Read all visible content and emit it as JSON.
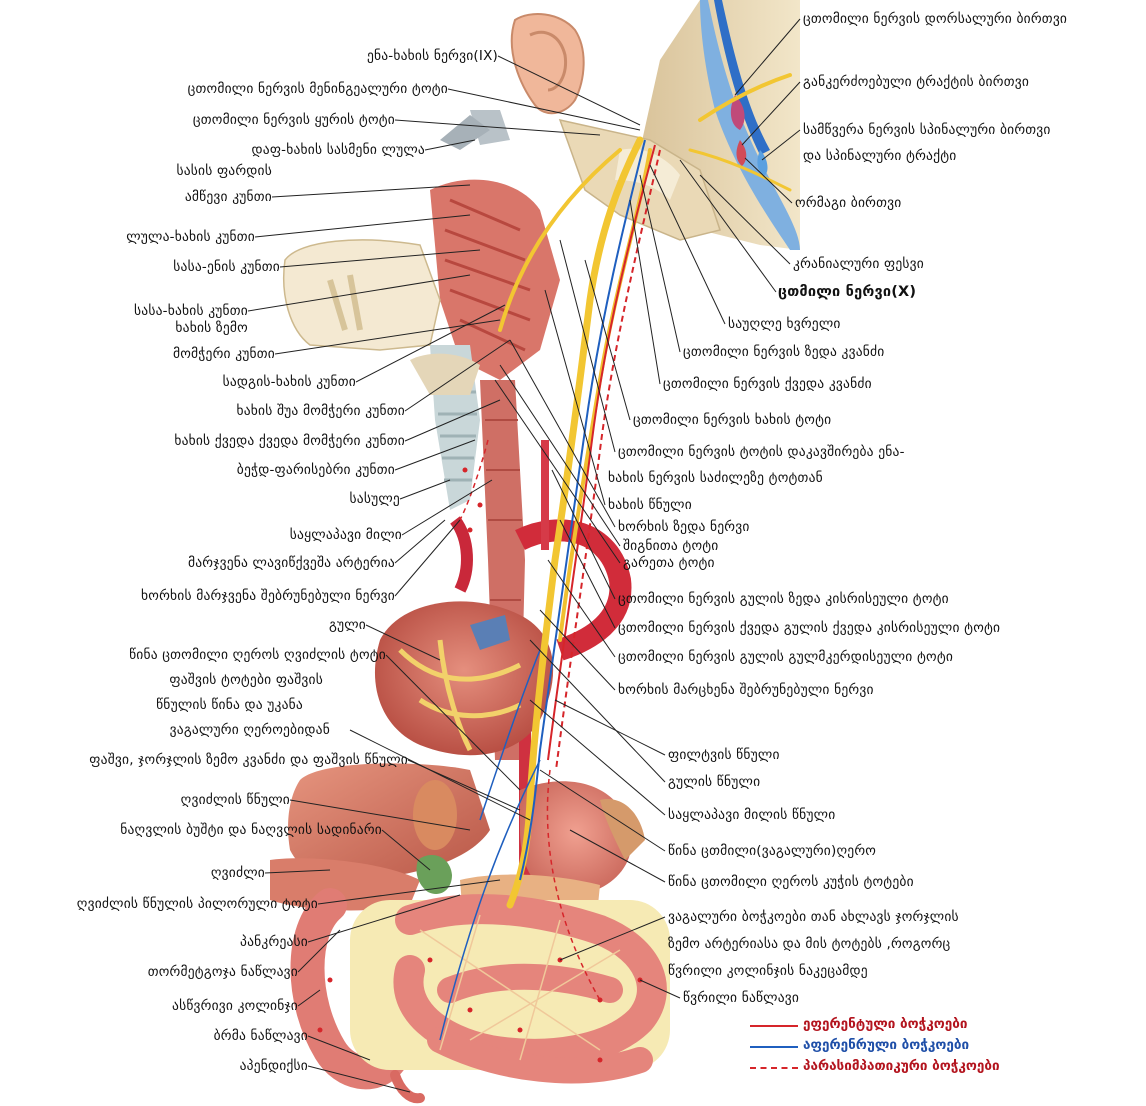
{
  "labels": {
    "right": [
      "ცთომილი ნერვის დორსალური ბირთვი",
      "განკერძოებული ტრაქტის ბირთვი",
      "სამწვერა ნერვის სპინალური ბირთვი",
      "და სპინალური ტრაქტი",
      "ორმაგი ბირთვი",
      "კრანიალური ფესვი",
      "ცთმილი ნერვი(X)",
      "საუღლე ხვრელი",
      "ცთომილი ნერვის ზედა კვანძი",
      "ცთომილი ნერვის ქვედა კვანძი",
      "ცთომილი ნერვის ხახის ტოტი",
      "ცთომილი ნერვის ტოტის დაკავშირება ენა-",
      "ხახის ნერვის საძილეზე ტოტთან",
      "ხახის წნული",
      "ხორხის ზედა ნერვი",
      "შიგნითა ტოტი",
      "გარეთა ტოტი",
      "ცთომილი ნერვის გულის ზედა კისრისეული ტოტი",
      "ცთომილი ნერვის  ქვედა გულის  ქვედა კისრისეული  ტოტი",
      "ცთომილი ნერვის გულის გულმკერდისეული ტოტი",
      "ხორხის მარცხენა შებრუნებული ნერვი",
      "ფილტვის წნული",
      "გულის წნული",
      "საყლაპავი მილის წნული",
      "წინა ცთმილი(ვაგალური)ღერო",
      "წინა ცთომილი ღეროს კუჭის ტოტები",
      "ვაგალური ბოჭკოები თან ახლავს ჯორჯლის",
      "ზემო არტერიასა და მის ტოტებს ,როგორც",
      "წვრილი კოლინჯის ნაკეცამდე",
      "წვრილი ნაწლავი"
    ],
    "left": [
      "ენა-ხახის ნერვი(IX)",
      "ცთომილი ნერვის მენინგეალური ტოტი",
      "ცთომილი ნერვის ყურის ტოტი",
      "დაფ-ხახის სასმენი ლულა",
      "სასის ფარდის",
      "ამწევი კუნთი",
      "ლულა-ხახის კუნთი",
      "სასა-ენის კუნთი",
      "სასა-ხახის კუნთი",
      "ხახის ზემო",
      "მომჭერი კუნთი",
      "სადგის-ხახის კუნთი",
      "ხახის შუა მომჭერი კუნთი",
      "ხახის ქვედა ქვედა მომჭერი კუნთი",
      "ბეჭდ-ფარისებრი კუნთი",
      "სასულე",
      "საყლაპავი მილი",
      "მარჯვენა ლავიწქვეშა არტერია",
      "ხორხის მარჯვენა შებრუნებული ნერვი",
      "გული",
      "წინა ცთომილი ღეროს ღვიძლის ტოტი",
      "ფაშვის ტოტები ფაშვის",
      "წნულის წინა და უკანა",
      "ვაგალური ღეროებიდან",
      "ფაშვი, ჯორჯლის ზემო კვანძი და ფაშვის წნული",
      "ღვიძლის წნული",
      "ნაღვლის ბუშტი და ნაღვლის სადინარი",
      "ღვიძლი",
      "ღვიძლის წნულის პილორული ტოტი",
      "პანკრეასი",
      "თორმეტგოჯა ნაწლავი",
      "ასწვრივი კოლინჯი",
      "ბრმა ნაწლავი",
      "აპენდიქსი"
    ]
  },
  "legend": [
    {
      "label": "ეფერენტული ბოჭკოები",
      "color": "#d6252a",
      "style": "solid"
    },
    {
      "label": "აფერენრული ბოჭკოები",
      "color": "#1f5fbf",
      "style": "solid"
    },
    {
      "label": "პარასიმპათიკური ბოჭკოები",
      "color": "#d6252a",
      "style": "dashed"
    }
  ],
  "colors": {
    "muscle": "#d9766a",
    "muscle_dark": "#b8483f",
    "nerve": "#f2c632",
    "vein_blue": "#3f73c9",
    "organ": "#e28a7c",
    "liver": "#c96a58",
    "fat": "#f5e4a3",
    "bone": "#e8d5b0"
  }
}
